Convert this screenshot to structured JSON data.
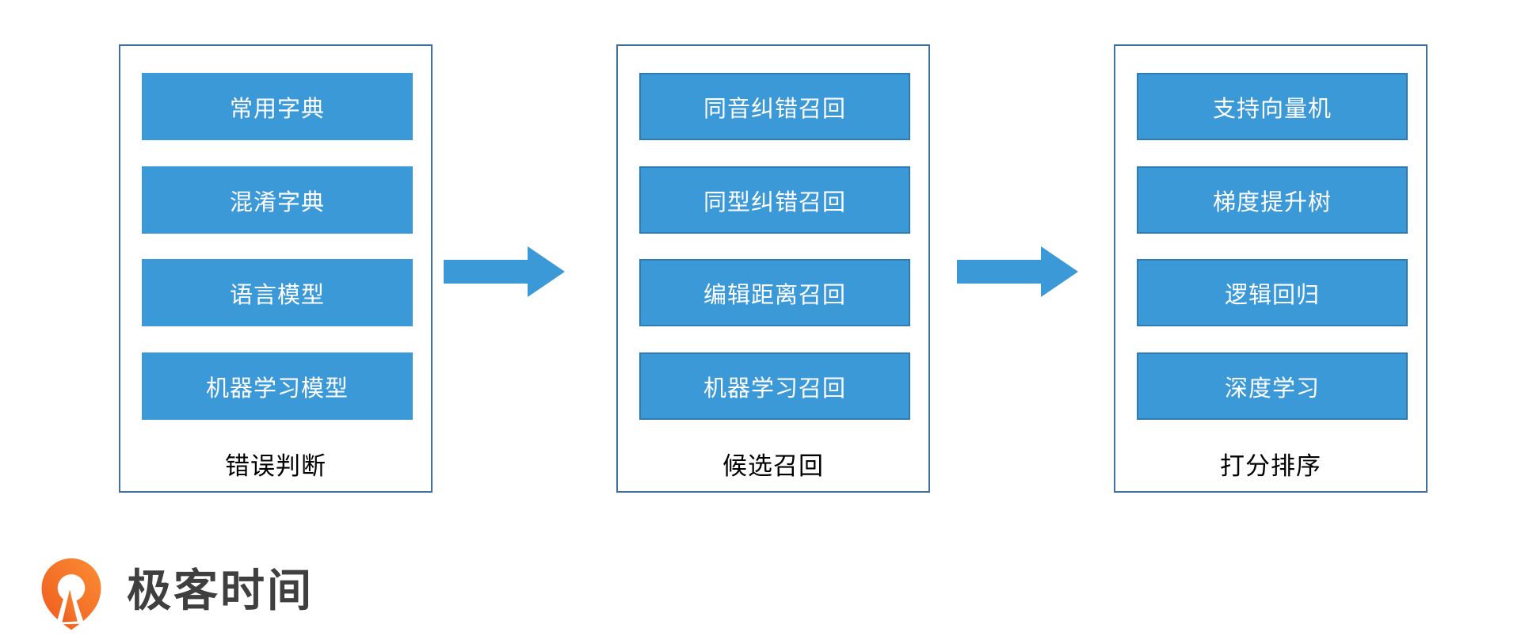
{
  "diagram": {
    "columns": [
      {
        "label": "错误判断",
        "boxes": [
          "常用字典",
          "混淆字典",
          "语言模型",
          "机器学习模型"
        ]
      },
      {
        "label": "候选召回",
        "boxes": [
          "同音纠错召回",
          "同型纠错召回",
          "编辑距离召回",
          "机器学习召回"
        ]
      },
      {
        "label": "打分排序",
        "boxes": [
          "支持向量机",
          "梯度提升树",
          "逻辑回归",
          "深度学习"
        ]
      }
    ]
  },
  "branding": {
    "logo_text": "极客时间"
  },
  "colors": {
    "page_bg": "#FFFFFF",
    "container_border": "#41719C",
    "box_fill": "#3B99D8",
    "box_border": "#2F7CB5",
    "box_text": "#FFFFFF",
    "label_text": "#000000",
    "arrow": "#3B99D8",
    "logo_gradient_start": "#EE5A1E",
    "logo_gradient_end": "#FB8D33",
    "logo_text_color": "#3F3F3F"
  }
}
